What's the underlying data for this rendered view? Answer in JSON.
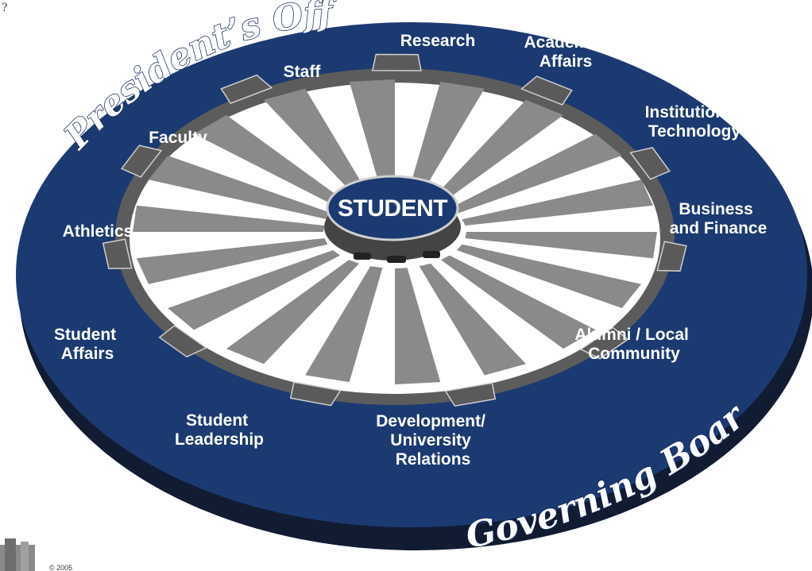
{
  "arc_top": "President’s Office",
  "arc_bottom": "Governing Boards",
  "center": "STUDENT",
  "corner_mark": "?",
  "copyright": "© 2005",
  "labels": {
    "faculty": "Faculty",
    "staff": "Staff",
    "research": "Research",
    "academic_affairs": [
      "Academic",
      "Affairs"
    ],
    "institutional_technology": [
      "Institutional",
      "Technology"
    ],
    "business_finance": [
      "Business",
      "and Finance"
    ],
    "alumni_community": [
      "Alumni / Local",
      "Community"
    ],
    "development_relations": [
      "Development/",
      "University",
      "Relations"
    ],
    "student_leadership": [
      "Student",
      "Leadership"
    ],
    "student_affairs": [
      "Student",
      "Affairs"
    ],
    "athletics": "Athletics"
  },
  "colors": {
    "navy": "#1c3a72",
    "navy_dark": "#12285a",
    "rim_gray": "#606060",
    "spoke_gray": "#8a8a8a",
    "white": "#ffffff"
  }
}
